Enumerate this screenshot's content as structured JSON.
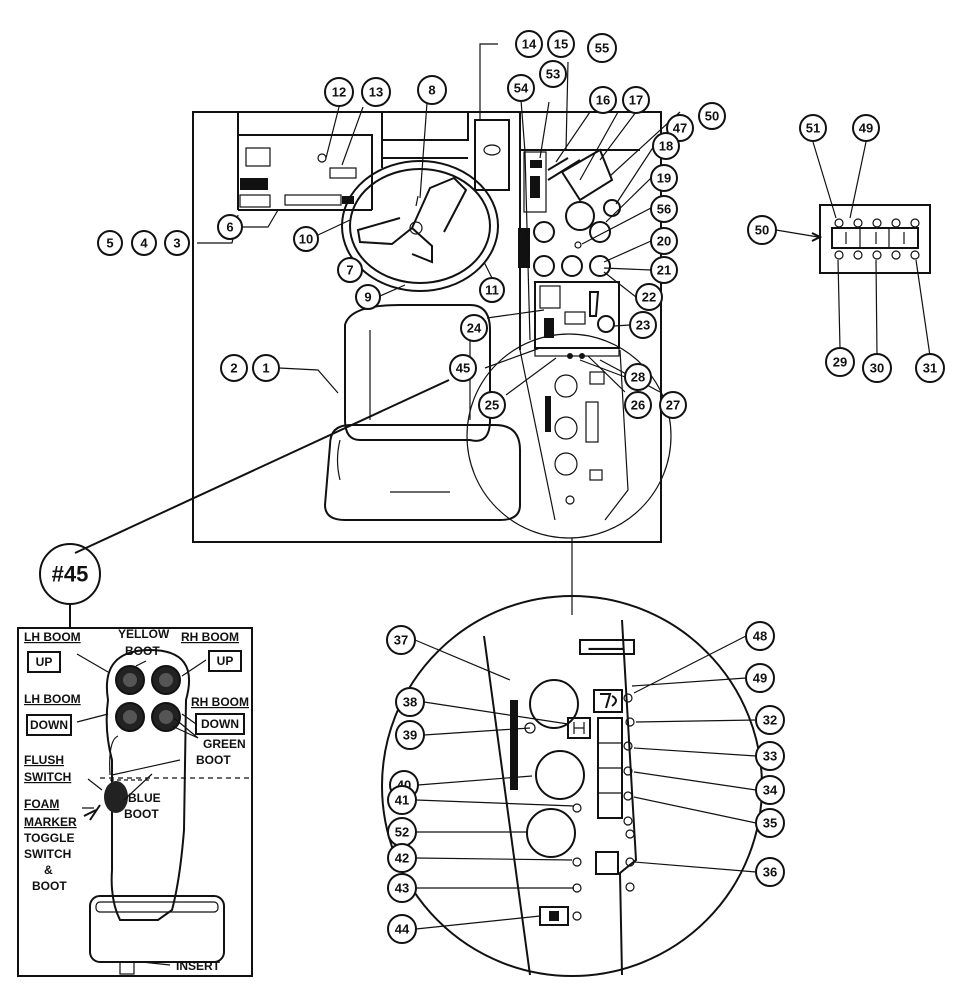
{
  "callouts": {
    "c1": "1",
    "c2": "2",
    "c3": "3",
    "c4": "4",
    "c5": "5",
    "c6": "6",
    "c7": "7",
    "c8": "8",
    "c9": "9",
    "c10": "10",
    "c11": "11",
    "c12": "12",
    "c13": "13",
    "c14": "14",
    "c15": "15",
    "c16": "16",
    "c17": "17",
    "c18": "18",
    "c19": "19",
    "c20": "20",
    "c21": "21",
    "c22": "22",
    "c23": "23",
    "c24": "24",
    "c25": "25",
    "c26": "26",
    "c27": "27",
    "c28": "28",
    "c29": "29",
    "c30": "30",
    "c31": "31",
    "c32": "32",
    "c33": "33",
    "c34": "34",
    "c35": "35",
    "c36": "36",
    "c37": "37",
    "c38": "38",
    "c39": "39",
    "c40": "40",
    "c41": "41",
    "c42": "42",
    "c43": "43",
    "c44": "44",
    "c45": "45",
    "c47": "47",
    "c48": "48",
    "c49": "49",
    "c50": "50",
    "c51": "51",
    "c52": "52",
    "c53": "53",
    "c54": "54",
    "c55": "55",
    "c56": "56",
    "d49": "49",
    "d50": "50"
  },
  "detail45": {
    "badge": "#45",
    "lh_boom": "LH BOOM",
    "lh_boom2": "LH BOOM",
    "rh_boom": "RH BOOM",
    "rh_boom2": "RH BOOM",
    "up_left": "UP",
    "up_right": "UP",
    "down_left": "DOWN",
    "down_right": "DOWN",
    "yellow": "YELLOW",
    "boot1": "BOOT",
    "flush": "FLUSH",
    "switch": "SWITCH",
    "green": "GREEN",
    "boot2": "BOOT",
    "foam": "FOAM",
    "marker": "MARKER",
    "toggle": "TOGGLE",
    "switch2": "SWITCH",
    "amp": "&",
    "boot3": "BOOT",
    "blue": "BLUE",
    "boot4": "BOOT",
    "insert": "INSERT"
  }
}
